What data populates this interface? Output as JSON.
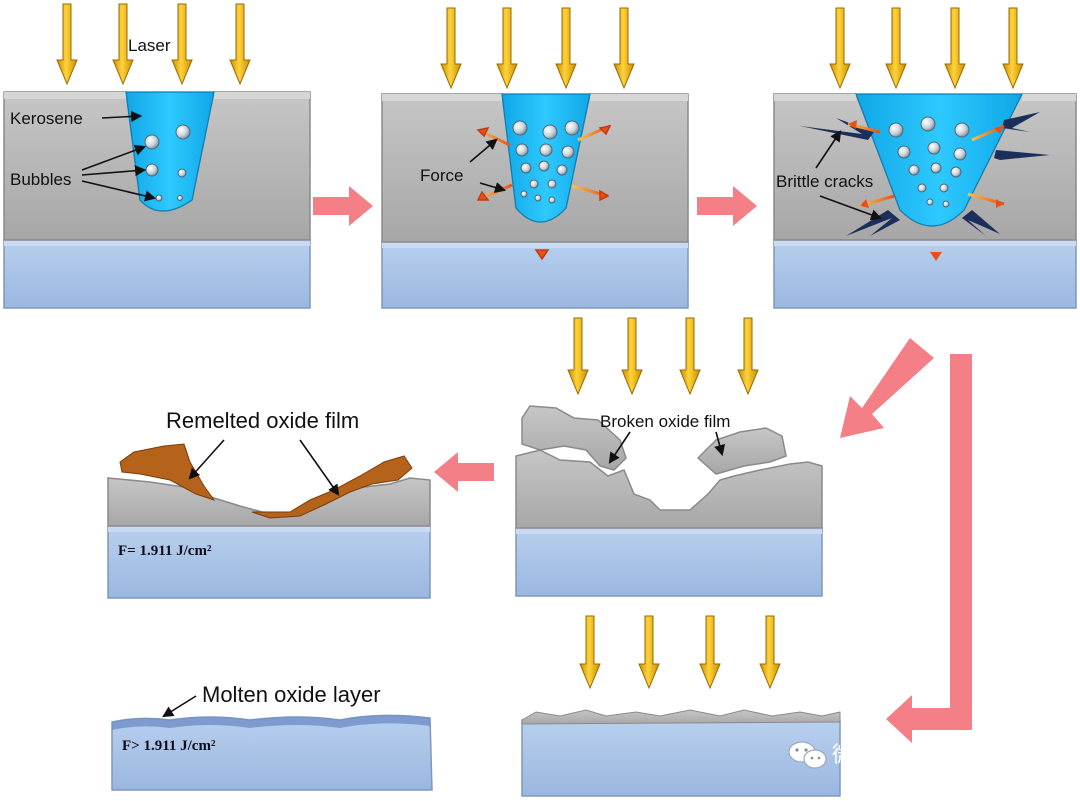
{
  "labels": {
    "laser": "Laser",
    "kerosene": "Kerosene",
    "bubbles": "Bubbles",
    "force": "Force",
    "brittle_cracks": "Brittle cracks",
    "broken_oxide_film": "Broken oxide film",
    "remelted_oxide_film": "Remelted oxide film",
    "molten_oxide_layer": "Molten oxide layer"
  },
  "fluence": {
    "equal": "F= 1.911 J/cm²",
    "greater": "F> 1.911 J/cm²"
  },
  "watermark": {
    "icon": "wechat-icon",
    "text": "微信号: LaserLWM"
  },
  "colors": {
    "laser_arrow": "#f2b705",
    "laser_arrow_edge": "#9a6a00",
    "oxide_grey": "#b4b4b4",
    "substrate_blue": "#a9c3e6",
    "kerosene_blue": "#19b7f0",
    "process_arrow": "#f47f86",
    "remelt_brown": "#b5621b",
    "crack_navy": "#1c2f5a",
    "force_arrow": "#e8501a"
  }
}
